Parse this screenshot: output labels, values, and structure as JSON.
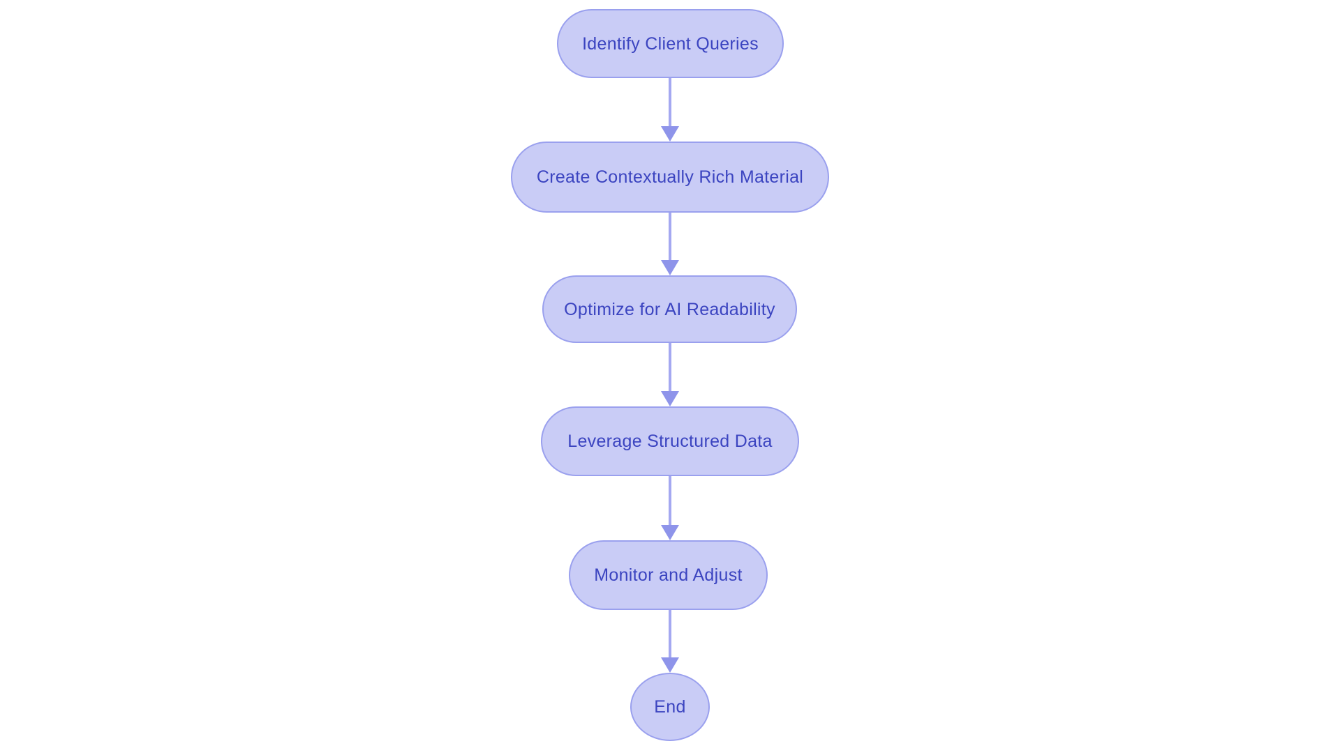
{
  "flowchart": {
    "nodes": [
      {
        "label": "Identify Client Queries",
        "shape": "pill"
      },
      {
        "label": "Create Contextually Rich Material",
        "shape": "pill"
      },
      {
        "label": "Optimize for AI Readability",
        "shape": "pill"
      },
      {
        "label": "Leverage Structured Data",
        "shape": "pill"
      },
      {
        "label": "Monitor and Adjust",
        "shape": "pill"
      },
      {
        "label": "End",
        "shape": "circle"
      }
    ],
    "edges": [
      {
        "from": 0,
        "to": 1
      },
      {
        "from": 1,
        "to": 2
      },
      {
        "from": 2,
        "to": 3
      },
      {
        "from": 3,
        "to": 4
      },
      {
        "from": 4,
        "to": 5
      }
    ],
    "colors": {
      "background": "#ffffff",
      "node_fill": "#c9ccf6",
      "node_border": "#9aa0ee",
      "node_text": "#3b44c0",
      "arrow_line": "#a4a8f1",
      "arrow_head": "#8e94ea"
    }
  }
}
